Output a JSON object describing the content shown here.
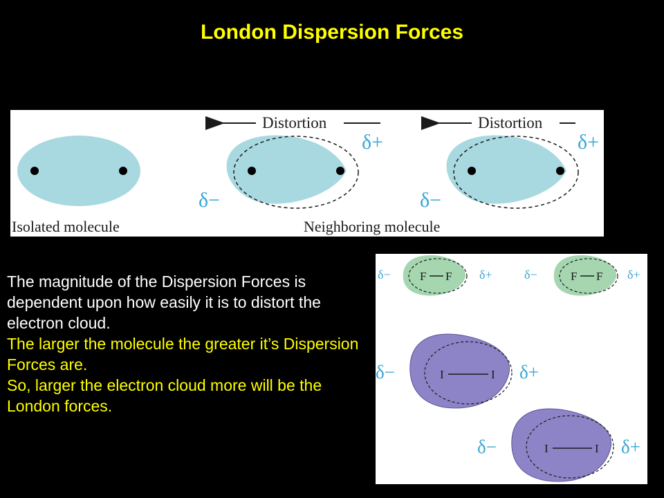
{
  "title": "London Dispersion Forces",
  "colors": {
    "background": "#000000",
    "title": "#FFFF00",
    "cloud_blue": "#A8D8E0",
    "cloud_green": "#A5D6B0",
    "cloud_purple": "#8C84C6",
    "charge_text": "#3AA6D6",
    "highlight_text": "#FFFF00",
    "normal_text": "#FFFFFF"
  },
  "top_diagram": {
    "distortion_label_1": "Distortion",
    "distortion_label_2": "Distortion",
    "delta_plus_1": "δ+",
    "delta_minus_1": "δ−",
    "delta_plus_2": "δ+",
    "delta_minus_2": "δ−",
    "isolated_label": "Isolated molecule",
    "neighboring_label": "Neighboring molecule"
  },
  "body": {
    "line1": "The magnitude of the Dispersion Forces is dependent upon how easily it is to distort the electron cloud.",
    "line2": "The larger the molecule the greater it’s Dispersion Forces are.",
    "line3": "So, larger the electron cloud more will be the London forces."
  },
  "molecule_figure": {
    "f2_left": {
      "delta_minus": "δ−",
      "atom1": "F",
      "atom2": "F",
      "delta_plus": "δ+"
    },
    "f2_right": {
      "delta_minus": "δ−",
      "atom1": "F",
      "atom2": "F",
      "delta_plus": "δ+"
    },
    "i2_top": {
      "delta_minus": "δ−",
      "atom1": "I",
      "atom2": "I",
      "delta_plus": "δ+"
    },
    "i2_bottom": {
      "delta_minus": "δ−",
      "atom1": "I",
      "atom2": "I",
      "delta_plus": "δ+"
    }
  }
}
